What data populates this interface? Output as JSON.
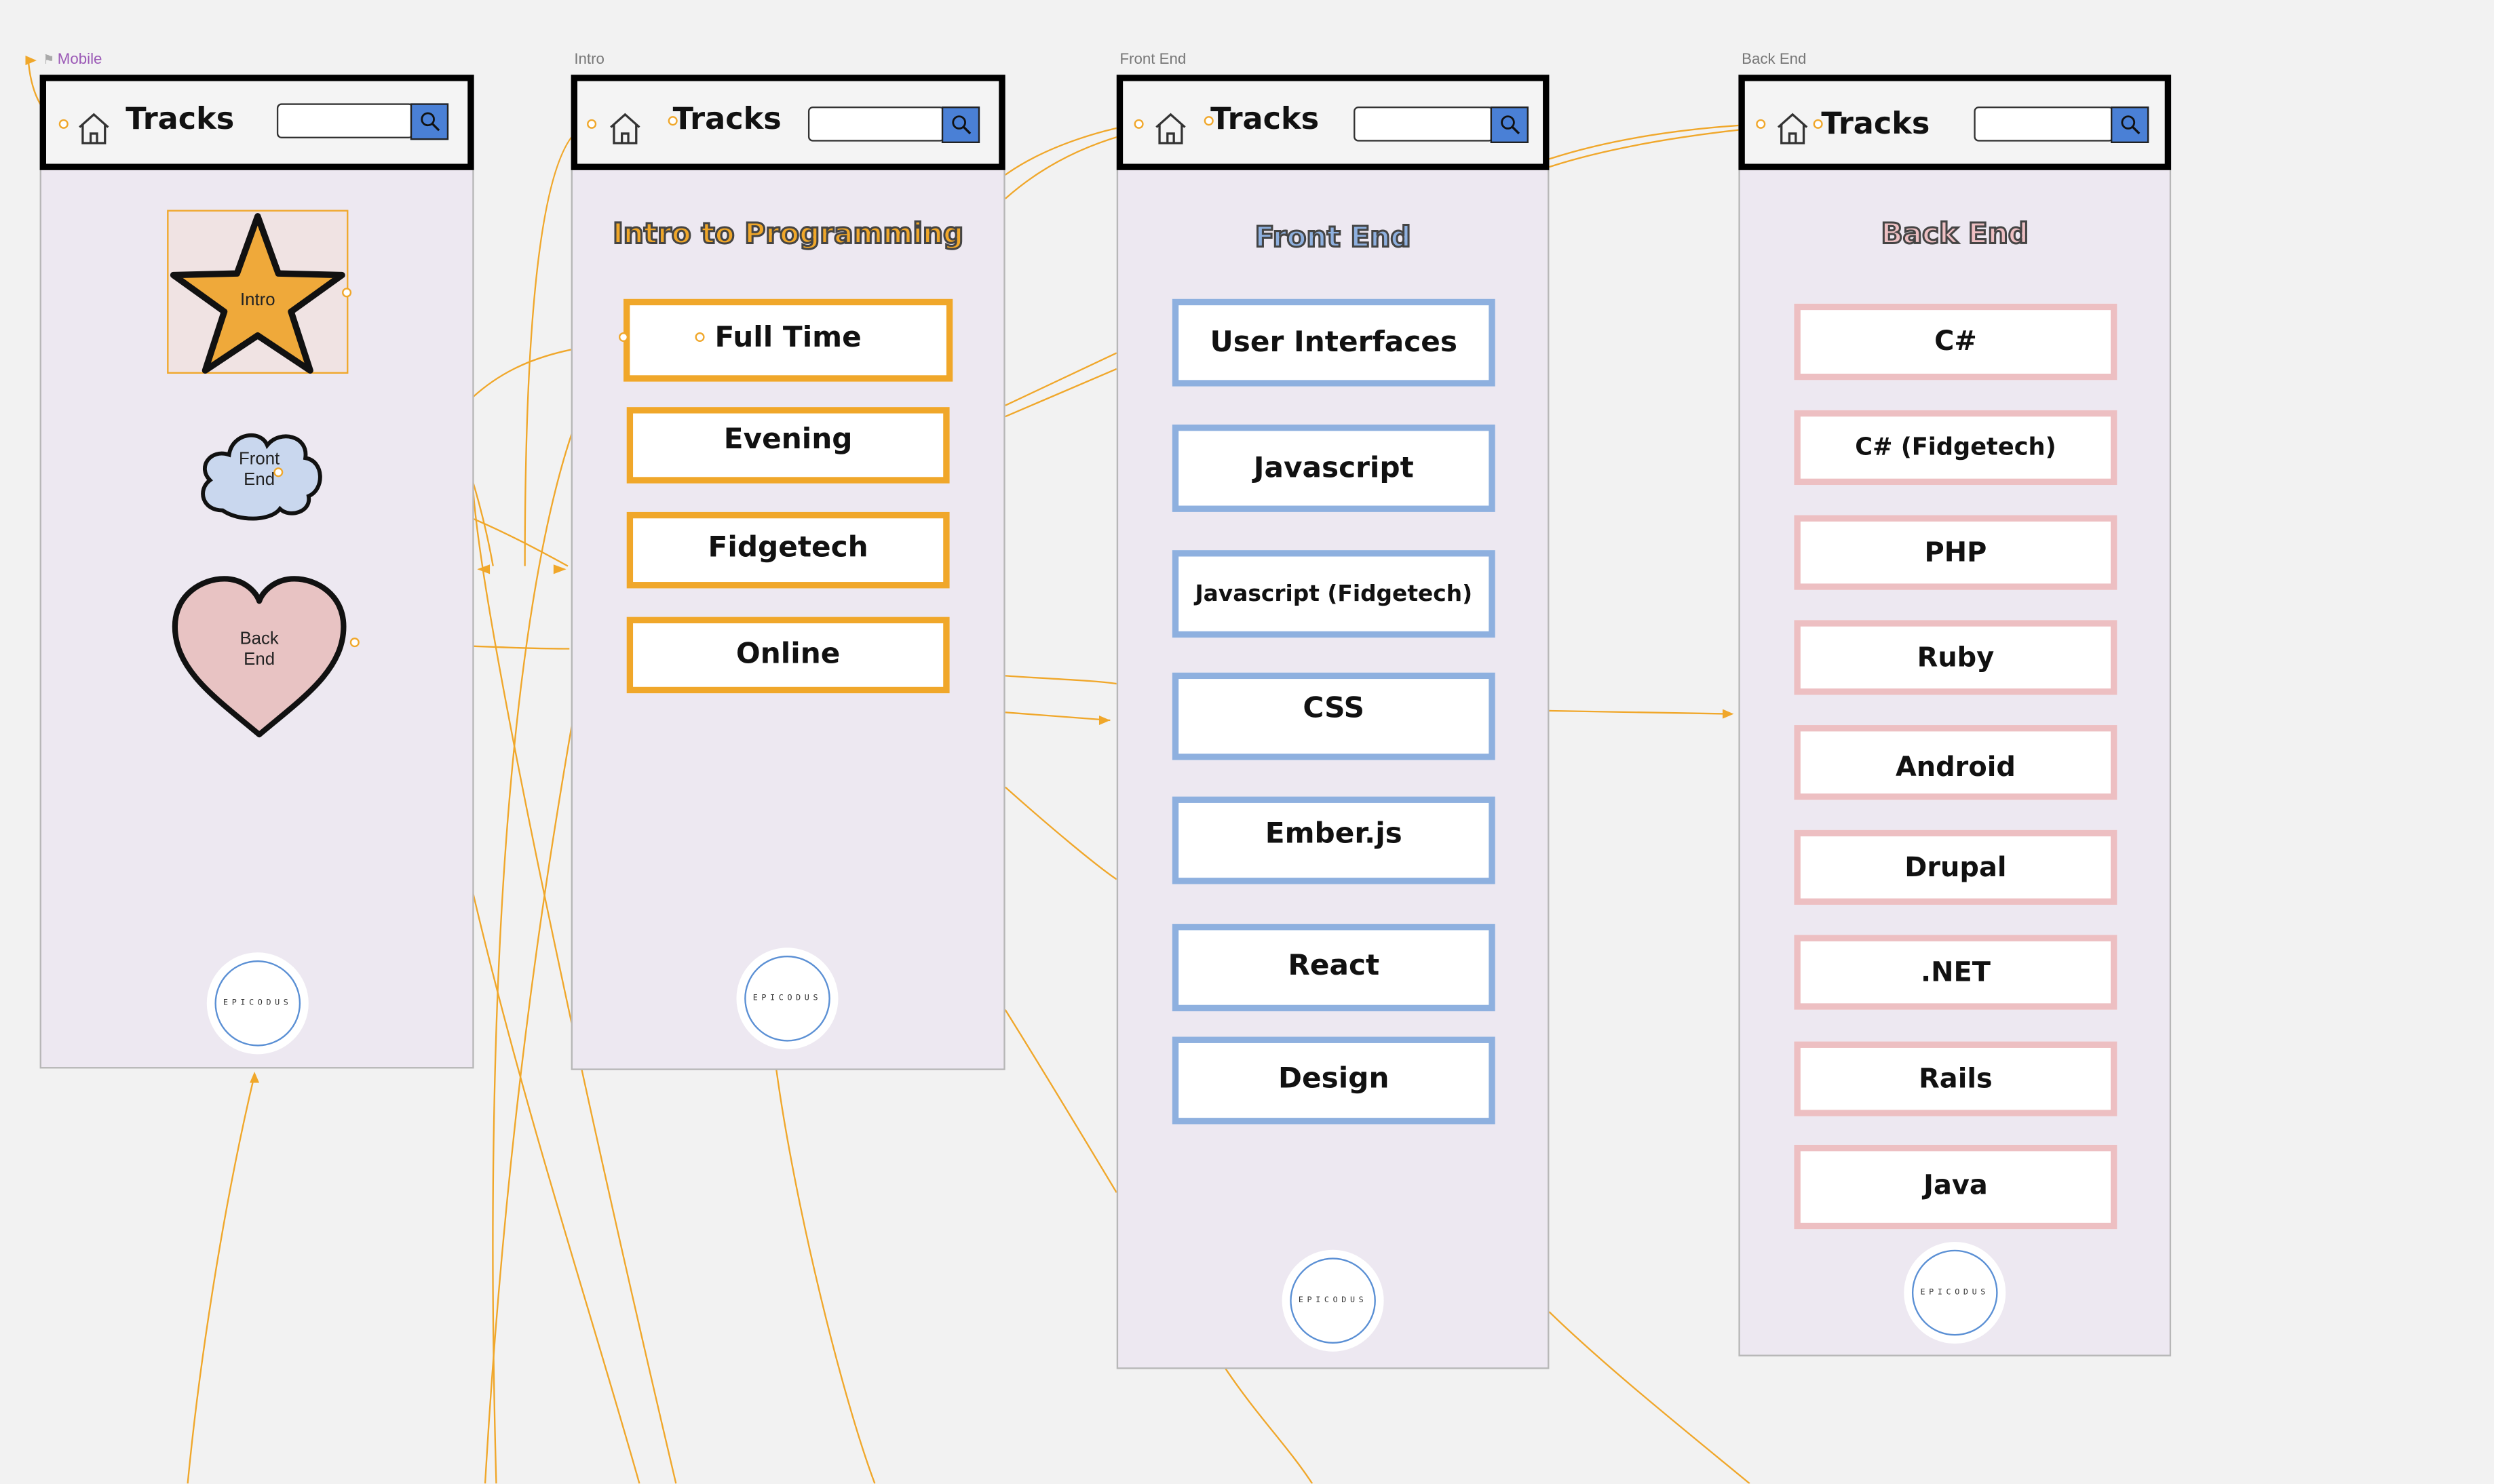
{
  "colors": {
    "intro": "#f0a72a",
    "front_end": "#8eb0df",
    "back_end": "#edbfc2",
    "connector": "#f0a72a",
    "frame_bg": "#ede8f1",
    "search_button": "#4a80d6"
  },
  "frames": {
    "mobile": {
      "label": "Mobile"
    },
    "intro": {
      "label": "Intro"
    },
    "front_end": {
      "label": "Front End"
    },
    "back_end": {
      "label": "Back End"
    }
  },
  "header": {
    "title": "Tracks",
    "home_icon": "home-icon",
    "search_icon": "search-icon"
  },
  "mobile": {
    "shapes": [
      {
        "label": "Intro",
        "shape": "star"
      },
      {
        "label_line1": "Front",
        "label_line2": "End",
        "shape": "cloud"
      },
      {
        "label_line1": "Back",
        "label_line2": "End",
        "shape": "heart"
      }
    ]
  },
  "intro": {
    "title": "Intro to Programming",
    "buttons": [
      "Full Time",
      "Evening",
      "Fidgetech",
      "Online"
    ]
  },
  "front_end": {
    "title": "Front End",
    "buttons": [
      "User Interfaces",
      "Javascript",
      "Javascript (Fidgetech)",
      "CSS",
      "Ember.js",
      "React",
      "Design"
    ]
  },
  "back_end": {
    "title": "Back End",
    "buttons": [
      "C#",
      "C# (Fidgetech)",
      "PHP",
      "Ruby",
      "Android",
      "Drupal",
      ".NET",
      "Rails",
      "Java"
    ]
  },
  "logo": {
    "text": "EPICODUS"
  }
}
